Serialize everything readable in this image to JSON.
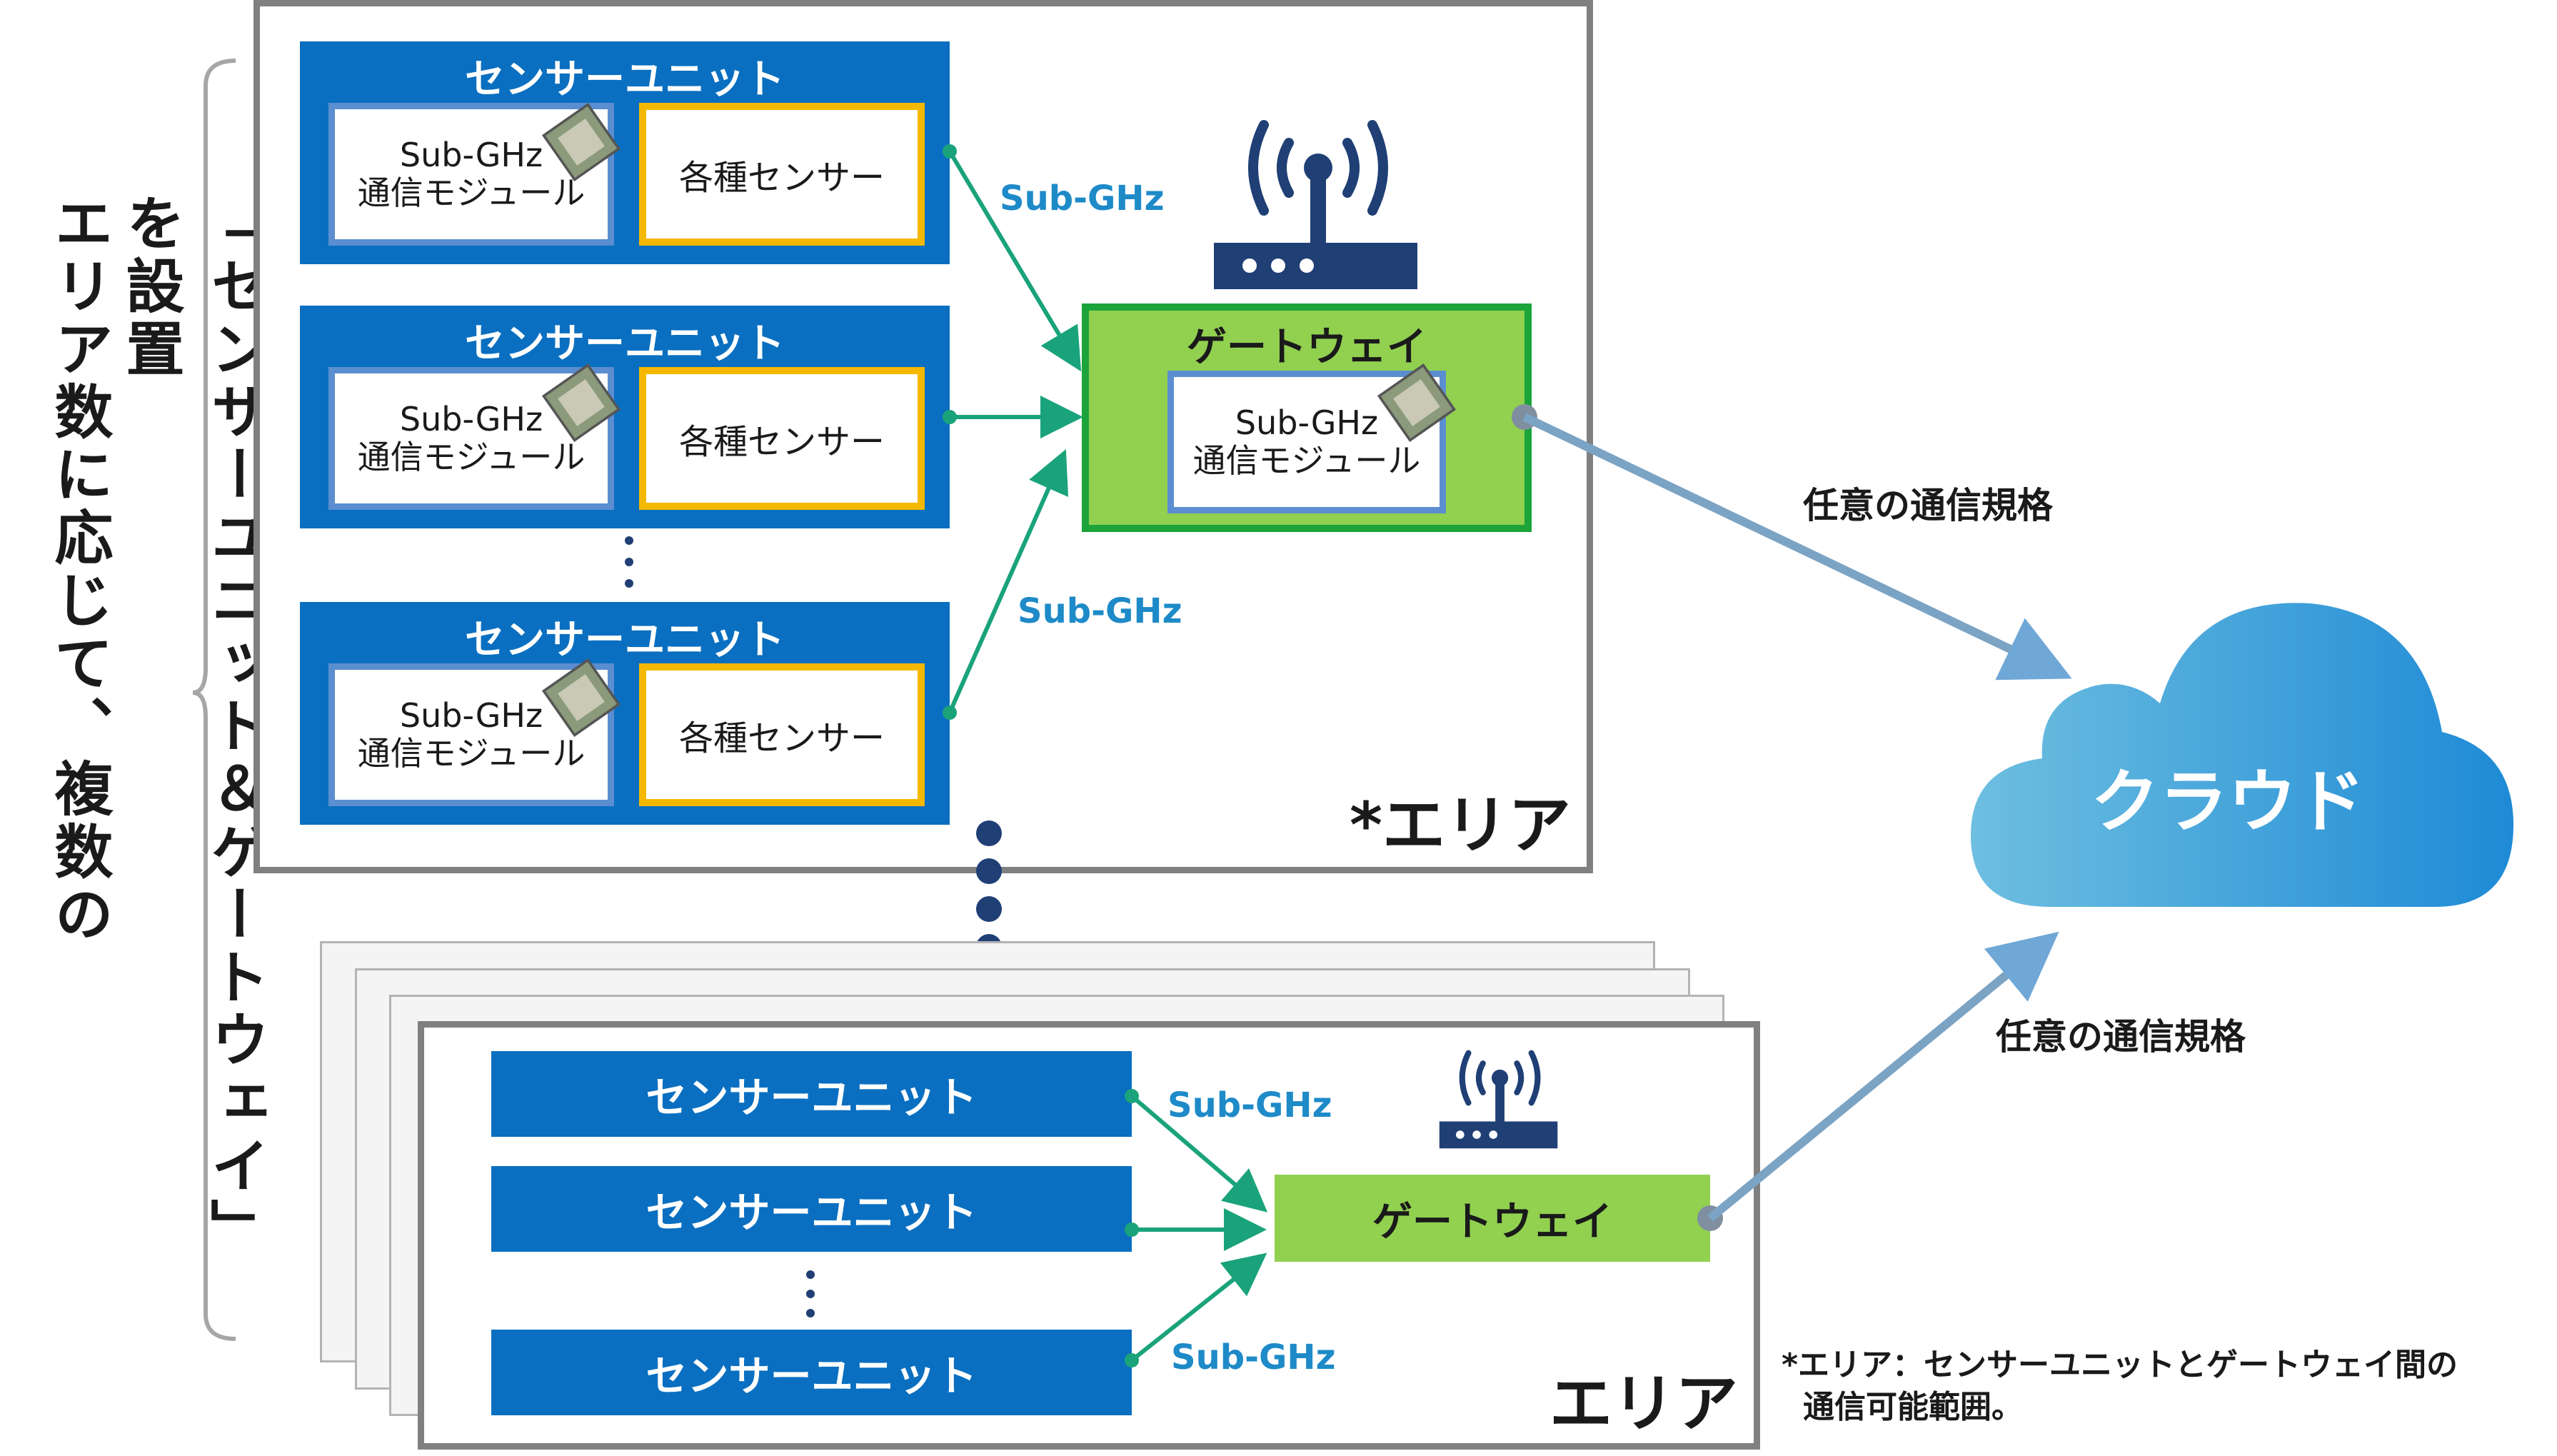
{
  "left_caption": {
    "line1": "エリア数に応じて、複数の",
    "line2": "「センサーユニット＆ゲートウェイ」を設置"
  },
  "top_area": {
    "label": "*エリア",
    "units": [
      {
        "title": "センサーユニット",
        "module": [
          "Sub-GHz",
          "通信モジュール"
        ],
        "sensor": "各種センサー"
      },
      {
        "title": "センサーユニット",
        "module": [
          "Sub-GHz",
          "通信モジュール"
        ],
        "sensor": "各種センサー"
      },
      {
        "title": "センサーユニット",
        "module": [
          "Sub-GHz",
          "通信モジュール"
        ],
        "sensor": "各種センサー"
      }
    ],
    "sub_ghz_top": "Sub-GHz",
    "sub_ghz_bottom": "Sub-GHz",
    "gateway": {
      "title": "ゲートウェイ",
      "module": [
        "Sub-GHz",
        "通信モジュール"
      ]
    }
  },
  "bottom_area": {
    "label": "エリア",
    "units": [
      "センサーユニット",
      "センサーユニット",
      "センサーユニット"
    ],
    "sub_ghz_top": "Sub-GHz",
    "sub_ghz_bottom": "Sub-GHz",
    "gateway": "ゲートウェイ"
  },
  "cloud": {
    "label": "クラウド"
  },
  "protocol_top": "任意の通信規格",
  "protocol_bottom": "任意の通信規格",
  "footnote": {
    "line1": "*エリア：センサーユニットとゲートウェイ間の",
    "line2": "通信可能範囲。"
  },
  "colors": {
    "unit_blue": "#0a6fc0",
    "gateway_green": "#92d050",
    "gateway_border": "#1ca33a",
    "sensor_border": "#f5b800",
    "module_border": "#5b8ed0",
    "radio_link": "#1aa37a",
    "cloud_link": "#7ba3c4",
    "label_blue": "#1e8ac8",
    "dots": "#1f3f75"
  },
  "icons": [
    "chip-icon",
    "antenna-router-icon",
    "cloud-icon",
    "ellipsis-dots-icon",
    "bracket-icon"
  ]
}
